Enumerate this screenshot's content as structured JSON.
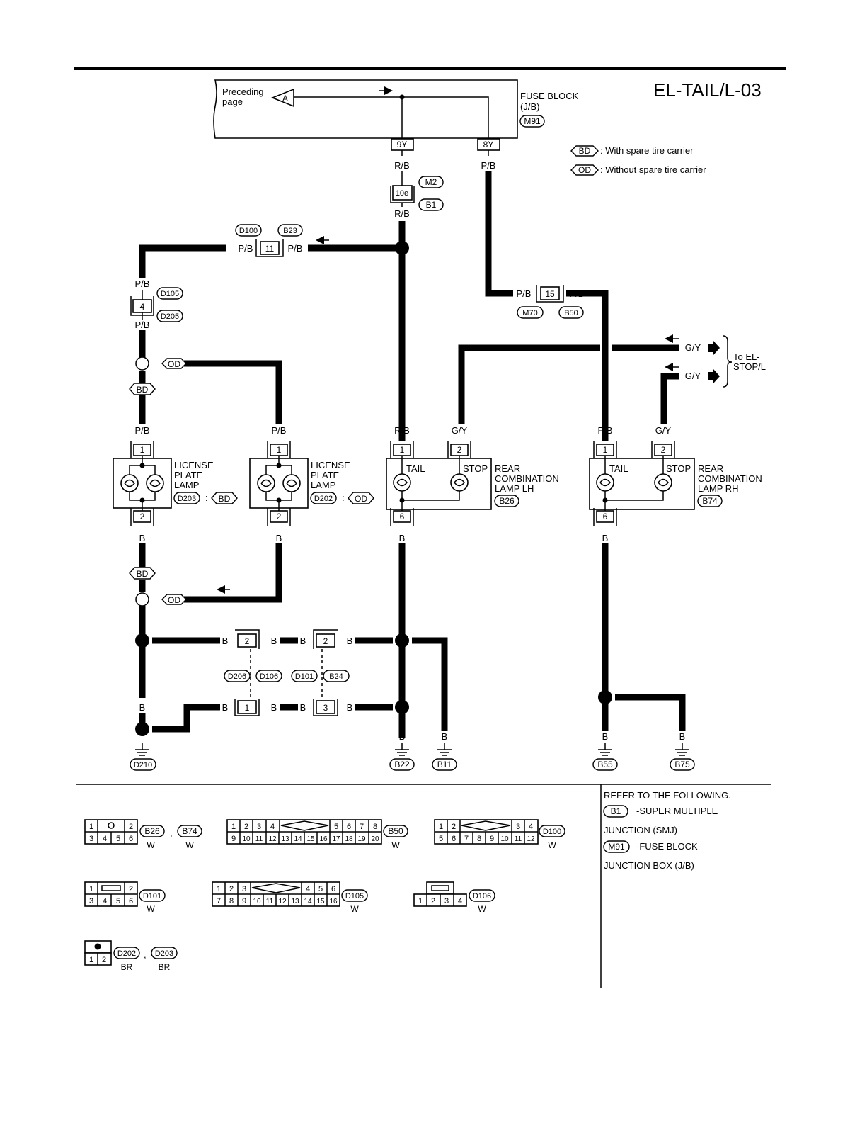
{
  "title": "EL-TAIL/L-03",
  "fuse_block": {
    "preceding_page_line1": "Preceding",
    "preceding_page_line2": "page",
    "connector_tag": "A",
    "label_line1": "FUSE BLOCK",
    "label_line2": "(J/B)",
    "connector_id": "M91",
    "terminal_a": "9Y",
    "terminal_b": "8Y"
  },
  "legend": {
    "bd_tag": "BD",
    "bd_text": ": With spare tire carrier",
    "od_tag": "OD",
    "od_text": ": Without spare tire carrier"
  },
  "wire_colors": {
    "rb": "R/B",
    "pb": "P/B",
    "gy": "G/Y",
    "b": "B"
  },
  "connectors": {
    "j10e": "10e",
    "m2": "M2",
    "b1": "B1",
    "j11": "11",
    "d100": "D100",
    "b23": "B23",
    "j4": "4",
    "d105": "D105",
    "d205": "D205",
    "j15": "15",
    "m70": "M70",
    "b50": "B50",
    "d206": "D206",
    "d106": "D106",
    "d101": "D101",
    "b24": "B24",
    "j2a": "2",
    "j2b": "2",
    "j1": "1",
    "j3": "3"
  },
  "tags": {
    "od": "OD",
    "bd": "BD"
  },
  "to_stop": {
    "line1": "To EL-",
    "line2": "STOP/L"
  },
  "lamps": {
    "license_bd": {
      "line1": "LICENSE",
      "line2": "PLATE",
      "line3": "LAMP",
      "id": "D203",
      "sep": ":",
      "tag": "BD",
      "pin_top": "1",
      "pin_bottom": "2"
    },
    "license_od": {
      "line1": "LICENSE",
      "line2": "PLATE",
      "line3": "LAMP",
      "id": "D202",
      "sep": ":",
      "tag": "OD",
      "pin_top": "1",
      "pin_bottom": "2"
    },
    "rear_lh": {
      "line1": "REAR",
      "line2": "COMBINATION",
      "line3": "LAMP LH",
      "id": "B26",
      "tail": "TAIL",
      "stop": "STOP",
      "pin1": "1",
      "pin2": "2",
      "pin6": "6"
    },
    "rear_rh": {
      "line1": "REAR",
      "line2": "COMBINATION",
      "line3": "LAMP RH",
      "id": "B74",
      "tail": "TAIL",
      "stop": "STOP",
      "pin1": "1",
      "pin2": "2",
      "pin6": "6"
    }
  },
  "grounds": {
    "d210": "D210",
    "b22": "B22",
    "b11": "B11",
    "b55": "B55",
    "b75": "B75"
  },
  "reference": {
    "heading": "REFER TO THE FOLLOWING.",
    "item1_id": "B1",
    "item1_text1": "-SUPER MULTIPLE",
    "item1_text2": "JUNCTION (SMJ)",
    "item2_id": "M91",
    "item2_text1": "-FUSE BLOCK-",
    "item2_text2": "JUNCTION BOX (J/B)"
  },
  "connector_faces": {
    "b26_b74": {
      "top": [
        "1",
        "2"
      ],
      "bottom": [
        "3",
        "4",
        "5",
        "6"
      ],
      "ids": [
        "B26",
        "B74"
      ],
      "color": "W",
      "sep": ","
    },
    "b50": {
      "top_left": [
        "1",
        "2",
        "3",
        "4"
      ],
      "top_right": [
        "5",
        "6",
        "7",
        "8"
      ],
      "bottom": [
        "9",
        "10",
        "11",
        "12",
        "13",
        "14",
        "15",
        "16",
        "17",
        "18",
        "19",
        "20"
      ],
      "id": "B50",
      "color": "W"
    },
    "d100": {
      "top_left": [
        "1",
        "2"
      ],
      "top_right": [
        "3",
        "4"
      ],
      "bottom": [
        "5",
        "6",
        "7",
        "8",
        "9",
        "10",
        "11",
        "12"
      ],
      "id": "D100",
      "color": "W"
    },
    "d101": {
      "top": [
        "1",
        "2"
      ],
      "bottom": [
        "3",
        "4",
        "5",
        "6"
      ],
      "id": "D101",
      "color": "W"
    },
    "d105": {
      "top_left": [
        "1",
        "2",
        "3"
      ],
      "top_right": [
        "4",
        "5",
        "6"
      ],
      "bottom": [
        "7",
        "8",
        "9",
        "10",
        "11",
        "12",
        "13",
        "14",
        "15",
        "16"
      ],
      "id": "D105",
      "color": "W"
    },
    "d106": {
      "bottom": [
        "1",
        "2",
        "3",
        "4"
      ],
      "id": "D106",
      "color": "W"
    },
    "d202_d203": {
      "bottom": [
        "1",
        "2"
      ],
      "ids": [
        "D202",
        "D203"
      ],
      "color": "BR",
      "sep": ","
    }
  }
}
